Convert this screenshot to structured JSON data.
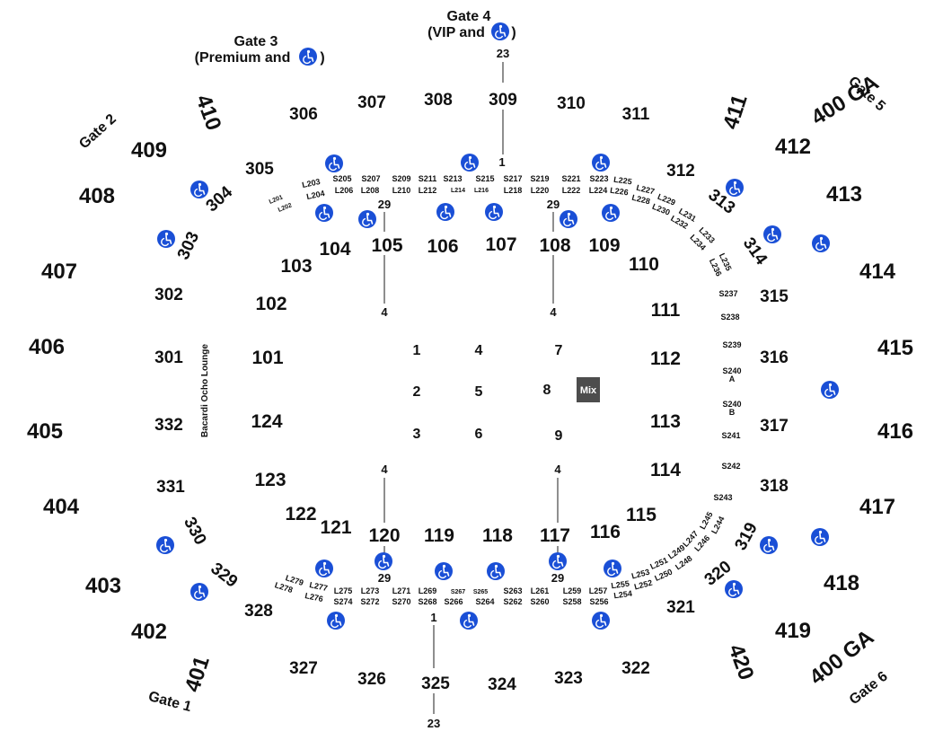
{
  "colors": {
    "text": "#111111",
    "accessible": "#1a4fd6",
    "mix": "#4d4d4d"
  },
  "icons": {
    "accessible": "wheelchair-icon"
  },
  "gates": {
    "gate1": "Gate 1",
    "gate2": "Gate 2",
    "gate3": "Gate 3",
    "gate3_sub": "(Premium and",
    "gate3_close": ")",
    "gate4": "Gate 4",
    "gate4_sub": "(VIP and",
    "gate4_close": ")",
    "gate5": "Gate 5",
    "gate6": "Gate 6"
  },
  "sections": {
    "s400": [
      "401",
      "402",
      "403",
      "404",
      "405",
      "406",
      "407",
      "408",
      "409",
      "410",
      "411",
      "412",
      "413",
      "414",
      "415",
      "416",
      "417",
      "418",
      "419",
      "420",
      "400 GA"
    ],
    "s300": [
      "301",
      "302",
      "303",
      "304",
      "305",
      "306",
      "307",
      "308",
      "309",
      "310",
      "311",
      "312",
      "313",
      "314",
      "315",
      "316",
      "317",
      "318",
      "319",
      "320",
      "321",
      "322",
      "323",
      "324",
      "325",
      "326",
      "327",
      "328",
      "329",
      "330",
      "331",
      "332"
    ],
    "s100": [
      "101",
      "102",
      "103",
      "104",
      "105",
      "106",
      "107",
      "108",
      "109",
      "110",
      "111",
      "112",
      "113",
      "114",
      "115",
      "116",
      "117",
      "118",
      "119",
      "120",
      "121",
      "122",
      "123",
      "124"
    ],
    "top_loge": [
      "L201",
      "L202",
      "L203",
      "L204",
      "S205",
      "L206",
      "S207",
      "L208",
      "S209",
      "L210",
      "S211",
      "L212",
      "S213",
      "L214",
      "S215",
      "L216",
      "S217",
      "L218",
      "S219",
      "L220",
      "S221",
      "L222",
      "S223",
      "L224",
      "L225",
      "L226",
      "L227",
      "L228",
      "L229",
      "L230",
      "L231",
      "L232",
      "L233",
      "L234",
      "L235",
      "L236"
    ],
    "right_suites": [
      "S237",
      "S238",
      "S239",
      "S240",
      "A",
      "S240",
      "B",
      "S241",
      "S242",
      "S243"
    ],
    "bottom_loge": [
      "L244",
      "L245",
      "L246",
      "L247",
      "L248",
      "L249",
      "L250",
      "L251",
      "L252",
      "L253",
      "L254",
      "L255",
      "S256",
      "L257",
      "S258",
      "L259",
      "S260",
      "L261",
      "S262",
      "S263",
      "S264",
      "S265",
      "S266",
      "S267",
      "S268",
      "L269",
      "S270",
      "L271",
      "S272",
      "L273",
      "S274",
      "L275",
      "L276",
      "L277",
      "L278",
      "L279"
    ]
  },
  "tunnels": {
    "t1": "1",
    "t4": "4",
    "t23": "23",
    "t29": "29"
  },
  "floor": {
    "sections": [
      "1",
      "2",
      "3",
      "4",
      "5",
      "6",
      "7",
      "8",
      "9"
    ],
    "mix": "Mix"
  },
  "lounge": "Bacardi Ocho Lounge"
}
